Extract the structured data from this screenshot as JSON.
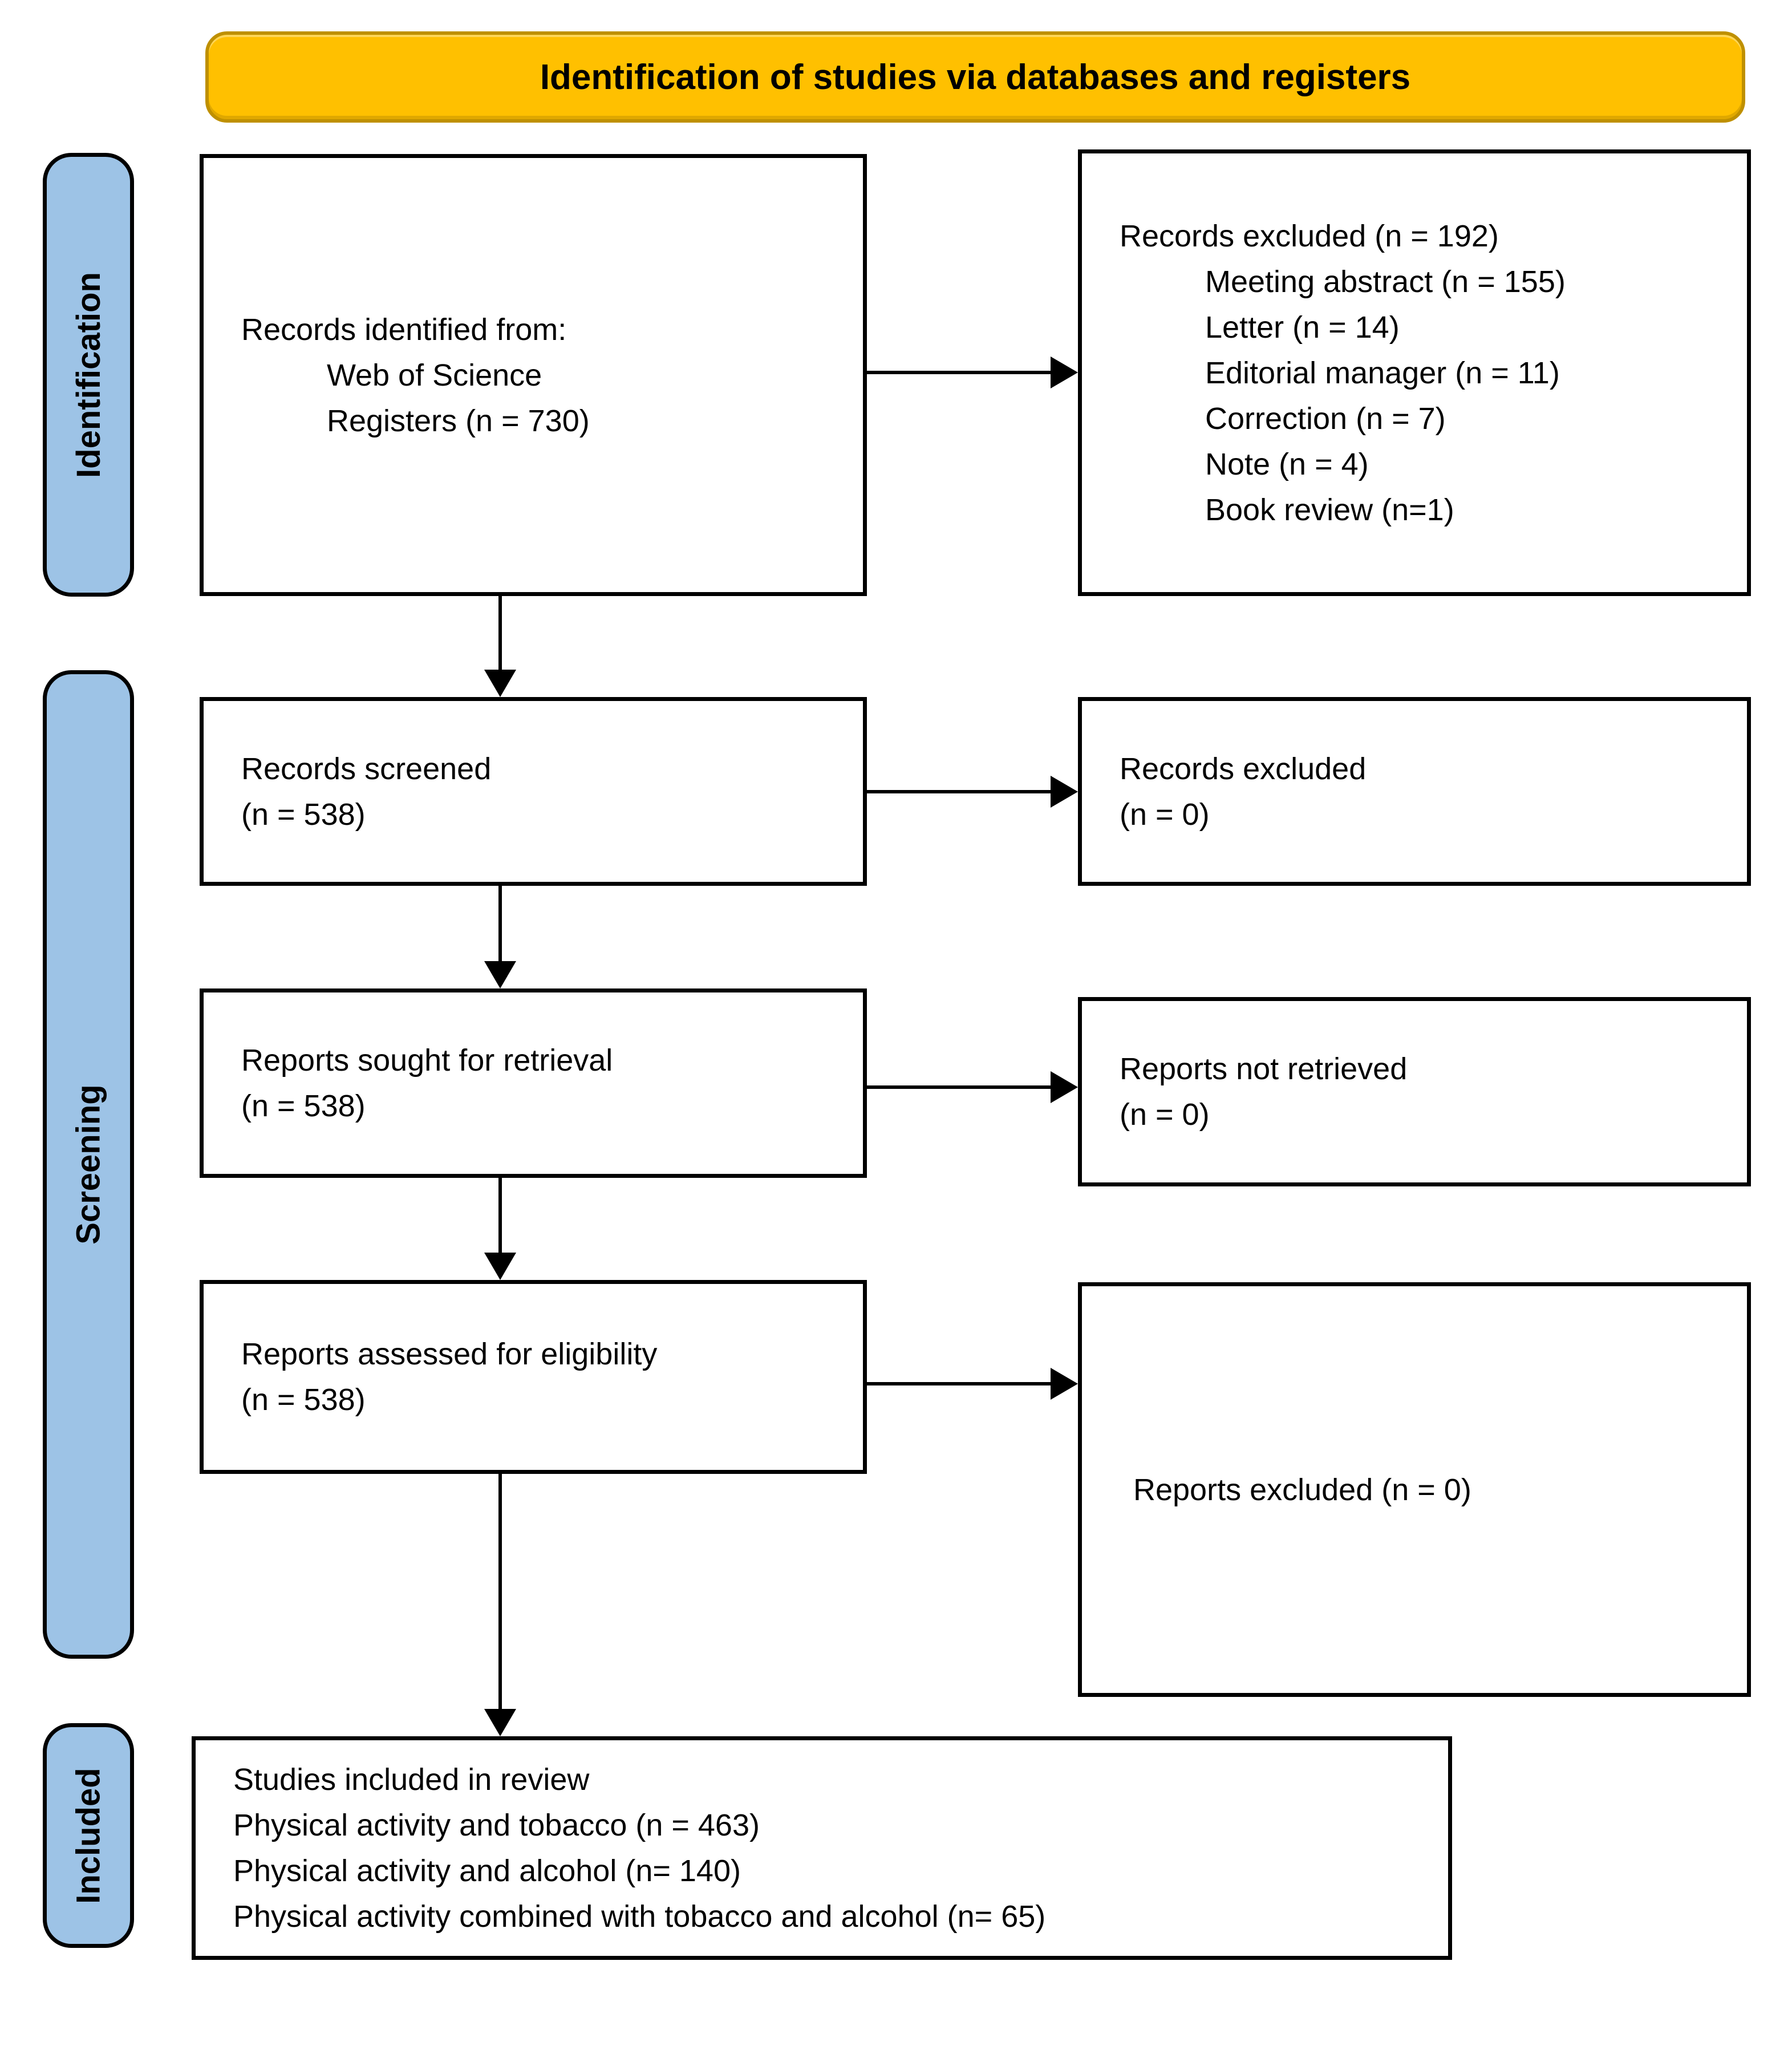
{
  "banner": {
    "title": "Identification of studies via databases and registers"
  },
  "stages": [
    {
      "label": "Identification"
    },
    {
      "label": "Screening"
    },
    {
      "label": "Included"
    }
  ],
  "boxes": {
    "identified": {
      "lines": [
        "Records identified from:",
        "Web of Science",
        "Registers (n = 730)"
      ]
    },
    "excluded_identification": {
      "lines": [
        "Records excluded (n = 192)",
        "Meeting abstract (n = 155)",
        "Letter (n = 14)",
        "Editorial manager (n = 11)",
        "Correction (n = 7)",
        "Note (n = 4)",
        "Book review (n=1)"
      ]
    },
    "screened": {
      "lines": [
        "Records screened",
        "(n = 538)"
      ]
    },
    "excluded_screening": {
      "lines": [
        "Records excluded",
        "(n = 0)"
      ]
    },
    "sought": {
      "lines": [
        "Reports sought for retrieval",
        "(n = 538)"
      ]
    },
    "not_retrieved": {
      "lines": [
        "Reports not retrieved",
        "(n = 0)"
      ]
    },
    "assessed": {
      "lines": [
        "Reports assessed for eligibility",
        "(n = 538)"
      ]
    },
    "excluded_eligibility": {
      "lines": [
        "Reports excluded (n = 0)"
      ]
    },
    "included": {
      "lines": [
        "Studies included in review",
        "Physical activity and tobacco (n = 463)",
        "Physical activity and alcohol (n= 140)",
        "Physical activity combined with tobacco and alcohol (n= 65)"
      ]
    }
  },
  "colors": {
    "banner_fill": "#FFC000",
    "banner_border": "#BF9000",
    "stage_fill": "#9DC3E6",
    "stage_border": "#000000",
    "box_border": "#000000",
    "arrow": "#000000",
    "text": "#000000",
    "background": "#FFFFFF"
  }
}
